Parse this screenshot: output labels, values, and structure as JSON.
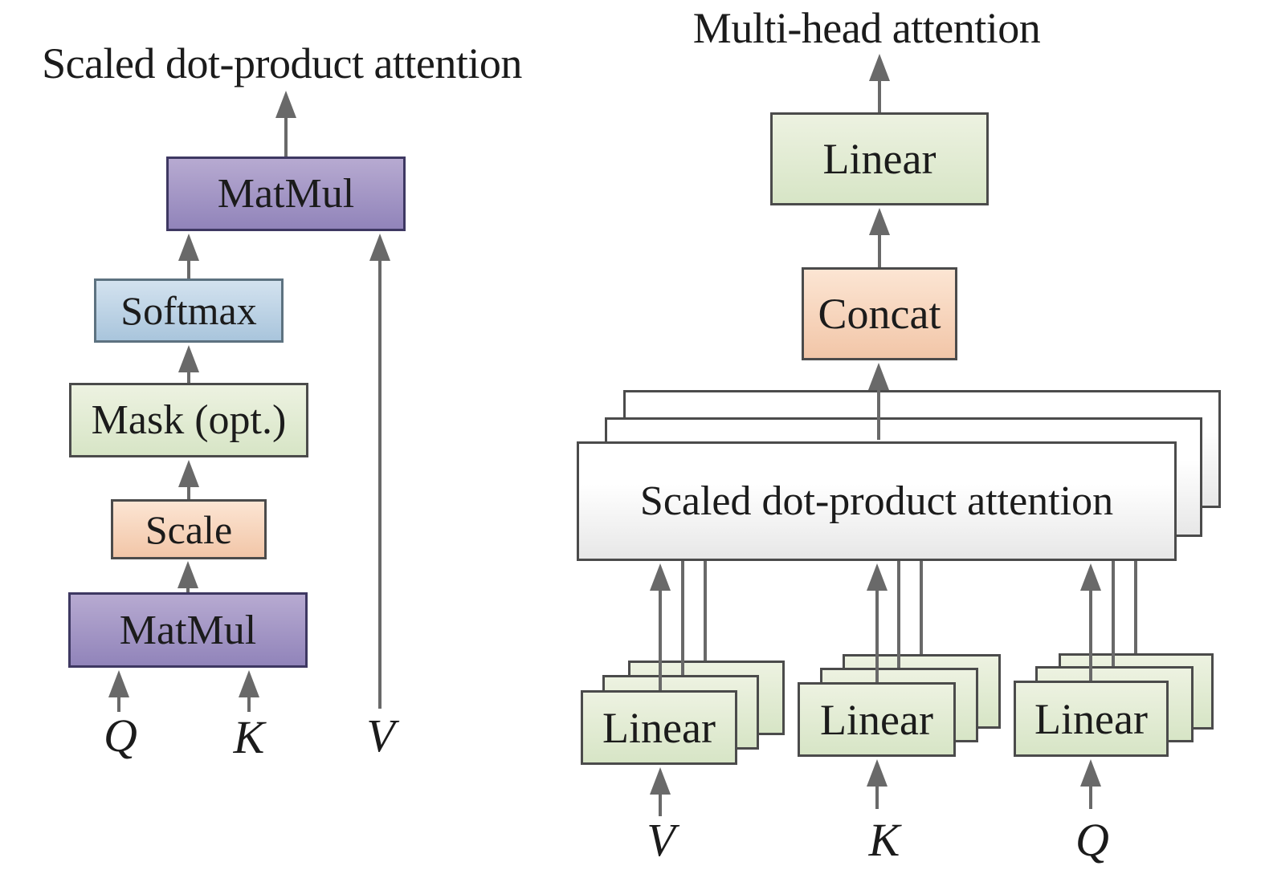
{
  "left_panel": {
    "title": "Scaled dot-product attention",
    "matmul_top": "MatMul",
    "softmax": "Softmax",
    "mask": "Mask (opt.)",
    "scale": "Scale",
    "matmul_bottom": "MatMul",
    "input_q": "Q",
    "input_k": "K",
    "input_v": "V"
  },
  "right_panel": {
    "title": "Multi-head attention",
    "linear_output": "Linear",
    "concat": "Concat",
    "attention_stack": "Scaled dot-product attention",
    "linear_v": "Linear",
    "linear_k": "Linear",
    "linear_q": "Linear",
    "input_v": "V",
    "input_k": "K",
    "input_q": "Q"
  },
  "colors": {
    "matmul_fill_top": "#b7aad1",
    "matmul_fill_bottom": "#9184ba",
    "matmul_border": "#3e3862",
    "softmax_fill_top": "#d3e2ef",
    "softmax_fill_bottom": "#a9c5dc",
    "softmax_border": "#5d7280",
    "green_fill_top": "#edf2e1",
    "green_fill_bottom": "#d7e5c6",
    "peach_fill_top": "#fce5d3",
    "peach_fill_bottom": "#f2c6a8",
    "stack_fill_top": "#ffffff",
    "stack_fill_bottom": "#e7e7e7",
    "box_border": "#4b4b4b",
    "arrow": "#696969",
    "text": "#1b1b1b"
  }
}
